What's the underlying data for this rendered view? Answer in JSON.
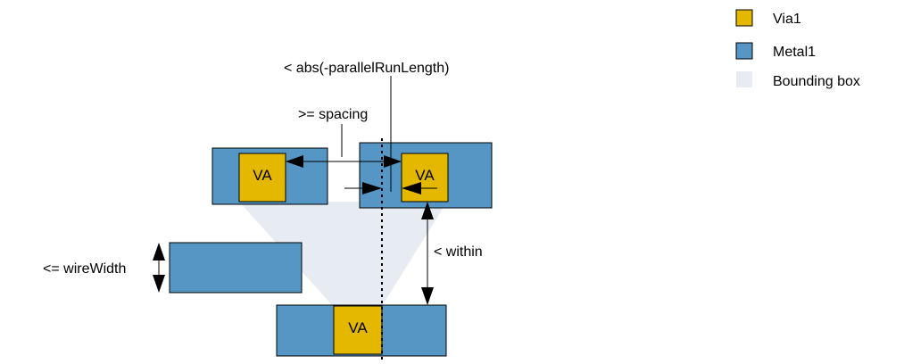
{
  "colors": {
    "via": "#e5b800",
    "metal": "#5596c5",
    "bbox": "#e7ecf2",
    "stroke": "#000000"
  },
  "legend": {
    "via_label": "Via1",
    "metal_label": "Metal1",
    "bbox_label": "Bounding box"
  },
  "vias": {
    "top_left": "VA",
    "top_right": "VA",
    "bottom": "VA"
  },
  "labels": {
    "parallel_run_length": "< abs(-parallelRunLength)",
    "spacing": ">= spacing",
    "within": "< within",
    "wire_width": "<= wireWidth"
  }
}
